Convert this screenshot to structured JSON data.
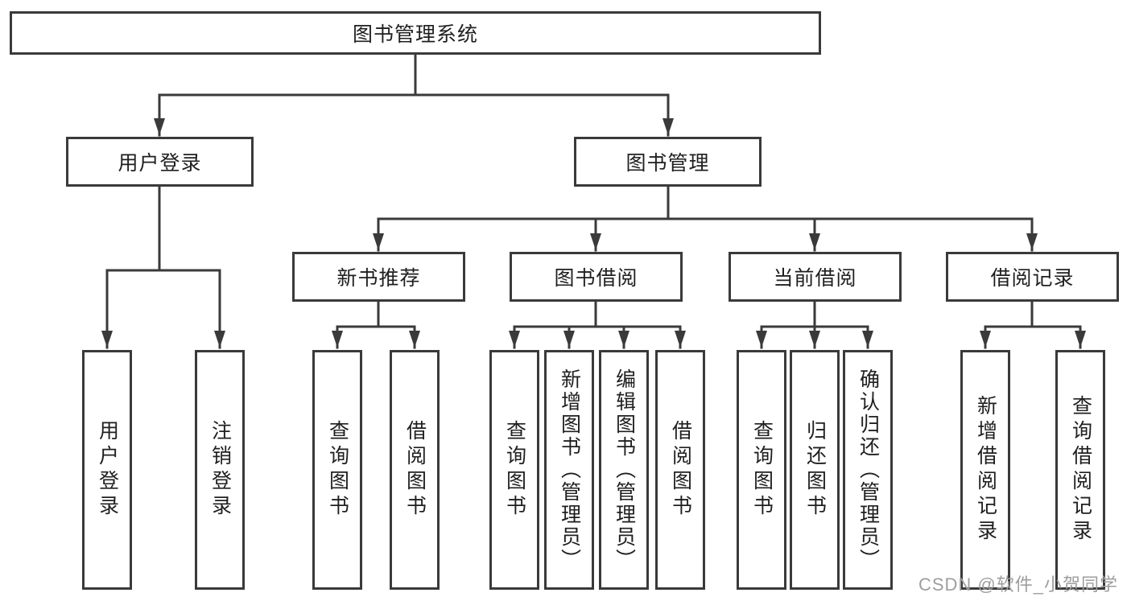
{
  "diagram": {
    "root": {
      "label": "图书管理系统",
      "children": [
        {
          "label": "用户登录",
          "children": [
            {
              "label": "用户登录"
            },
            {
              "label": "注销登录"
            }
          ]
        },
        {
          "label": "图书管理",
          "children": [
            {
              "label": "新书推荐",
              "children": [
                {
                  "label": "查询图书"
                },
                {
                  "label": "借阅图书"
                }
              ]
            },
            {
              "label": "图书借阅",
              "children": [
                {
                  "label": "查询图书"
                },
                {
                  "label": "新增图书（管理员）"
                },
                {
                  "label": "编辑图书（管理员）"
                },
                {
                  "label": "借阅图书"
                }
              ]
            },
            {
              "label": "当前借阅",
              "children": [
                {
                  "label": "查询图书"
                },
                {
                  "label": "归还图书"
                },
                {
                  "label": "确认归还（管理员）"
                }
              ]
            },
            {
              "label": "借阅记录",
              "children": [
                {
                  "label": "新增借阅记录"
                },
                {
                  "label": "查询借阅记录"
                }
              ]
            }
          ]
        }
      ]
    },
    "colors": {
      "line": "#3a3a3a",
      "box_border": "#3a3a3a",
      "box_background": "#ffffff",
      "text": "#1f1f1f",
      "watermark": "#9e9e9e"
    }
  },
  "watermark": {
    "text": "CSDN @软件_小贺同学"
  }
}
